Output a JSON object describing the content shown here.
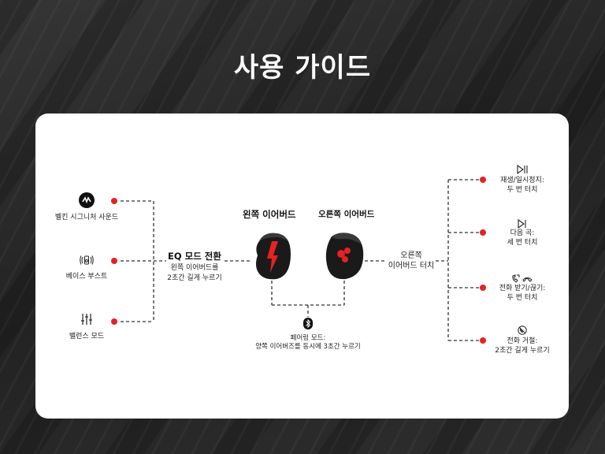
{
  "title": "사용 가이드",
  "left_modes": [
    {
      "label": "벨킨 시그니처 사운드",
      "icon": "belkin-signature-icon"
    },
    {
      "label": "베이스 부스트",
      "icon": "bass-boost-icon"
    },
    {
      "label": "밸런스 모드",
      "icon": "balance-sliders-icon"
    }
  ],
  "eq": {
    "title": "EQ 모드 전환",
    "line1": "왼쪽 이어버드를",
    "line2": "2초간 길게 누르기"
  },
  "earbuds": {
    "left_label": "왼쪽 이어버드",
    "right_label": "오른쪽 이어버드"
  },
  "pairing": {
    "line1": "페어링 모드:",
    "line2": "양쪽 이어버즈를 동시에 3초간 누르기",
    "icon": "bluetooth-icon"
  },
  "right_touch": {
    "line1": "오른쪽",
    "line2": "이어버드 터치"
  },
  "right_actions": [
    {
      "line1": "재생/일시정지:",
      "line2": "두 번 터치",
      "icon": "play-pause-icon"
    },
    {
      "line1": "다음 곡:",
      "line2": "세 번 터치",
      "icon": "next-track-icon"
    },
    {
      "line1": "전화 받기/끊기:",
      "line2": "두 번 터치",
      "icon": "answer-end-call-icon"
    },
    {
      "line1": "전화 거절:",
      "line2": "2초간 길게 누르기",
      "icon": "reject-call-icon"
    }
  ],
  "colors": {
    "accent": "#e62222",
    "earbud": "#1a1a1a",
    "background": "#2b2b2b"
  }
}
